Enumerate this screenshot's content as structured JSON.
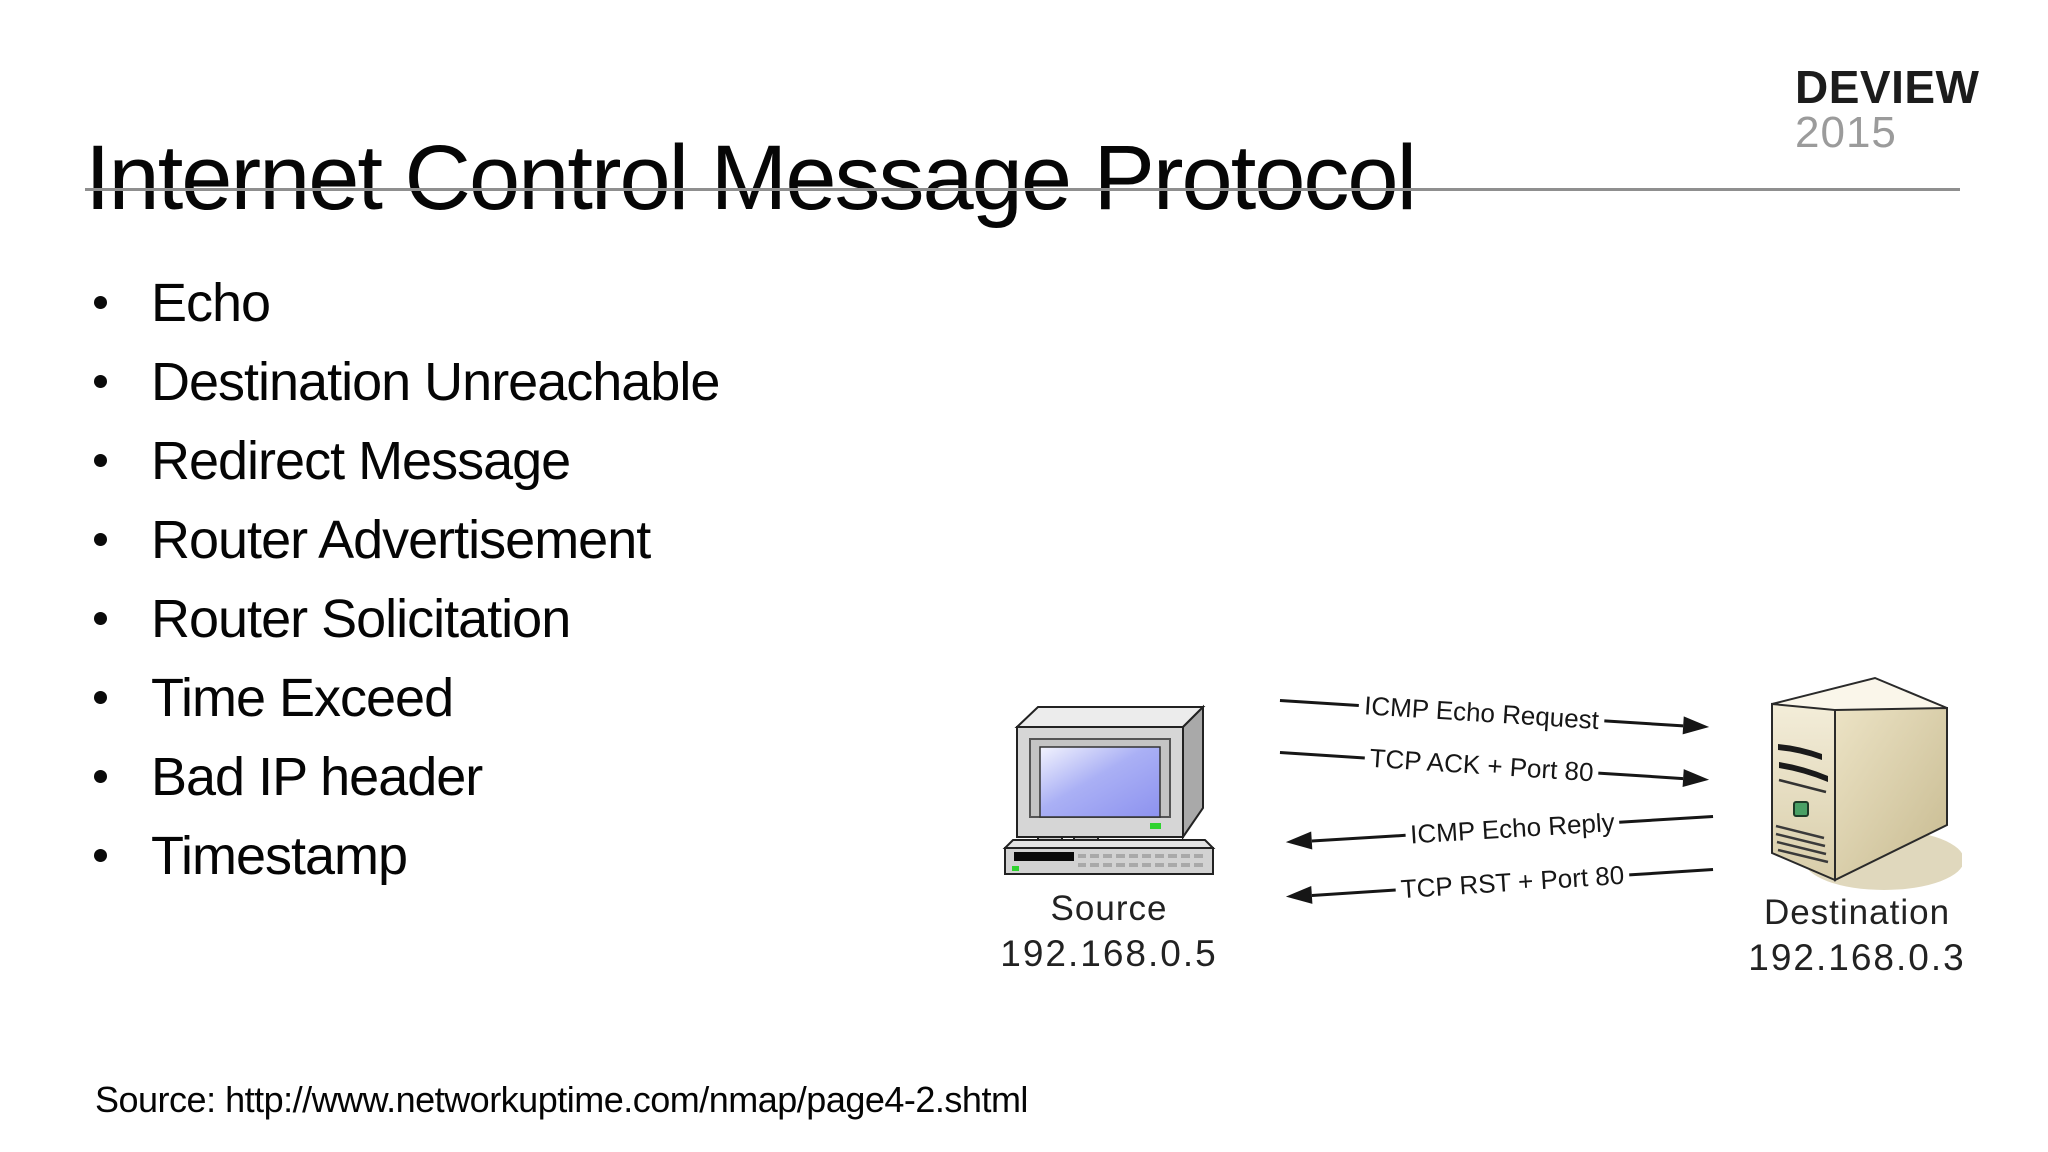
{
  "slide": {
    "title": "Internet Control Message Protocol",
    "logo": {
      "line1": "DEVIEW",
      "line2": "2015"
    },
    "bullets": [
      "Echo",
      "Destination Unreachable",
      "Redirect Message",
      "Router Advertisement",
      "Router Solicitation",
      "Time Exceed",
      "Bad IP header",
      "Timestamp"
    ],
    "source_note": "Source: http://www.networkuptime.com/nmap/page4-2.shtml"
  },
  "diagram": {
    "source_node": {
      "name": "Source",
      "ip": "192.168.0.5"
    },
    "destination_node": {
      "name": "Destination",
      "ip": "192.168.0.3"
    },
    "messages": [
      {
        "label": "ICMP Echo Request",
        "direction": "right"
      },
      {
        "label": "TCP ACK + Port 80",
        "direction": "right"
      },
      {
        "label": "ICMP Echo Reply",
        "direction": "left"
      },
      {
        "label": "TCP RST + Port 80",
        "direction": "left"
      }
    ]
  },
  "colors": {
    "rule_gray": "#8f8f8f",
    "logo_year_gray": "#9b9b9b",
    "arrow_black": "#161616",
    "screen_blue": "#8d92ef",
    "tower_beige": "#e6ddbf",
    "led_green": "#2fd32f"
  }
}
